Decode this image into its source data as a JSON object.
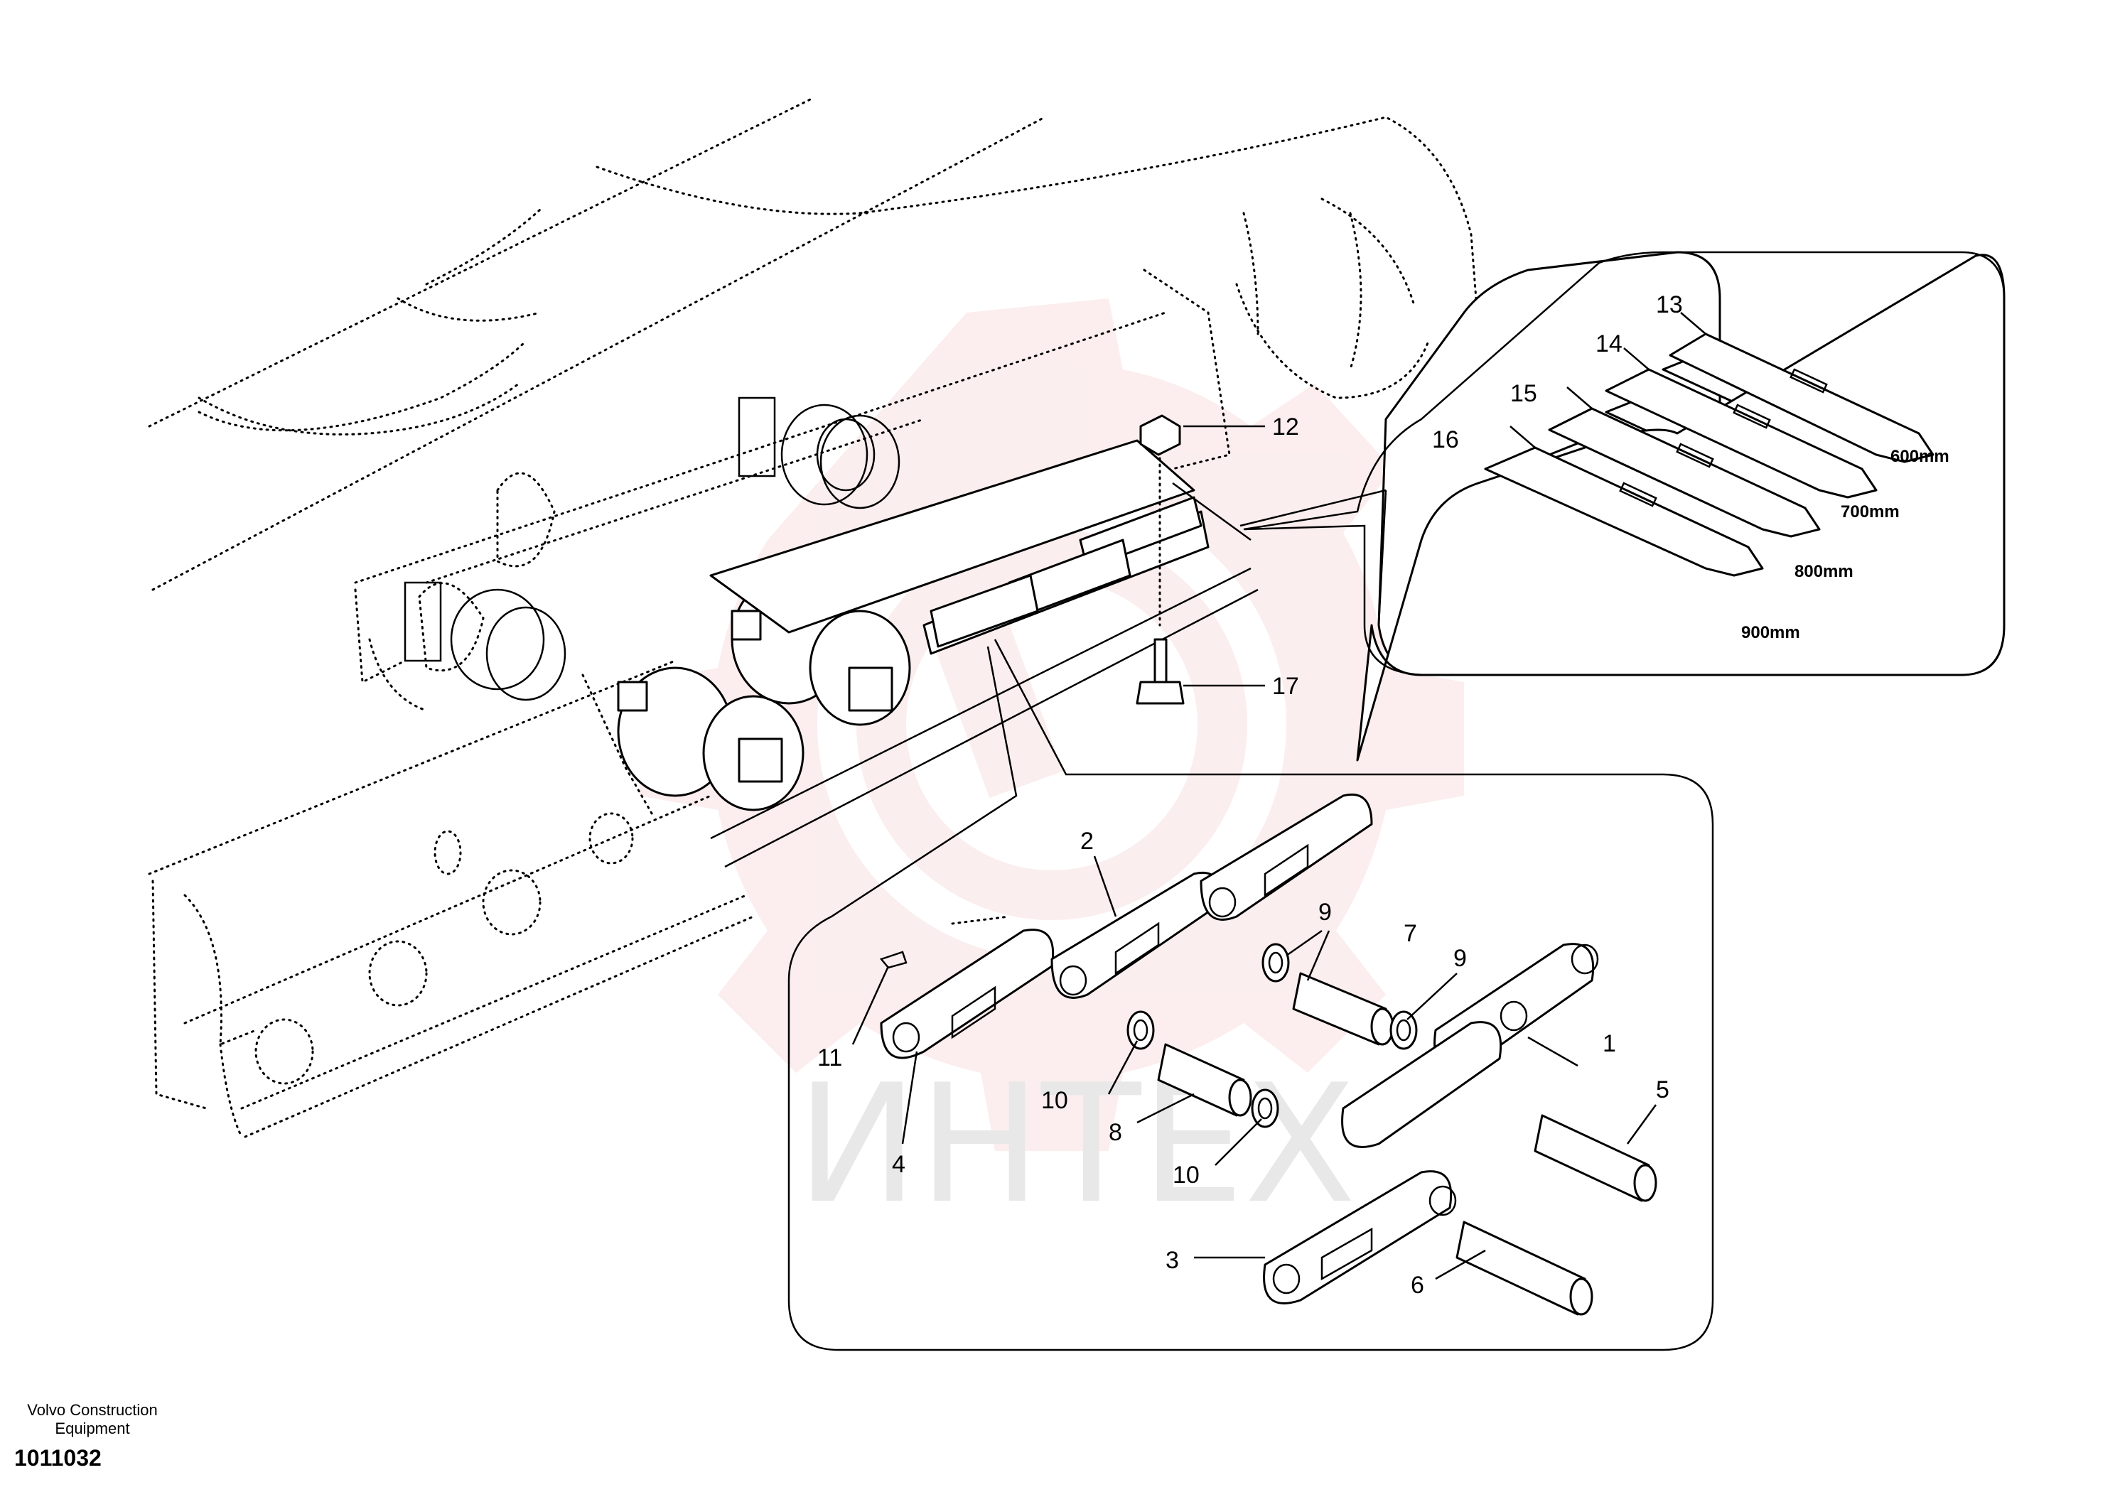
{
  "watermark": {
    "text": "ИНТЕХ",
    "color": "#f4c3c3"
  },
  "footer": {
    "brand_line1": "Volvo Construction",
    "brand_line2": "Equipment",
    "drawing_number": "1011032"
  },
  "callouts": {
    "c1": "1",
    "c2": "2",
    "c3": "3",
    "c4": "4",
    "c5": "5",
    "c6": "6",
    "c7": "7",
    "c8": "8",
    "c9a": "9",
    "c9b": "9",
    "c10a": "10",
    "c10b": "10",
    "c11": "11",
    "c12": "12",
    "c13": "13",
    "c14": "14",
    "c15": "15",
    "c16": "16",
    "c17": "17"
  },
  "shoe_sizes": {
    "s600": "600mm",
    "s700": "700mm",
    "s800": "800mm",
    "s900": "900mm"
  }
}
